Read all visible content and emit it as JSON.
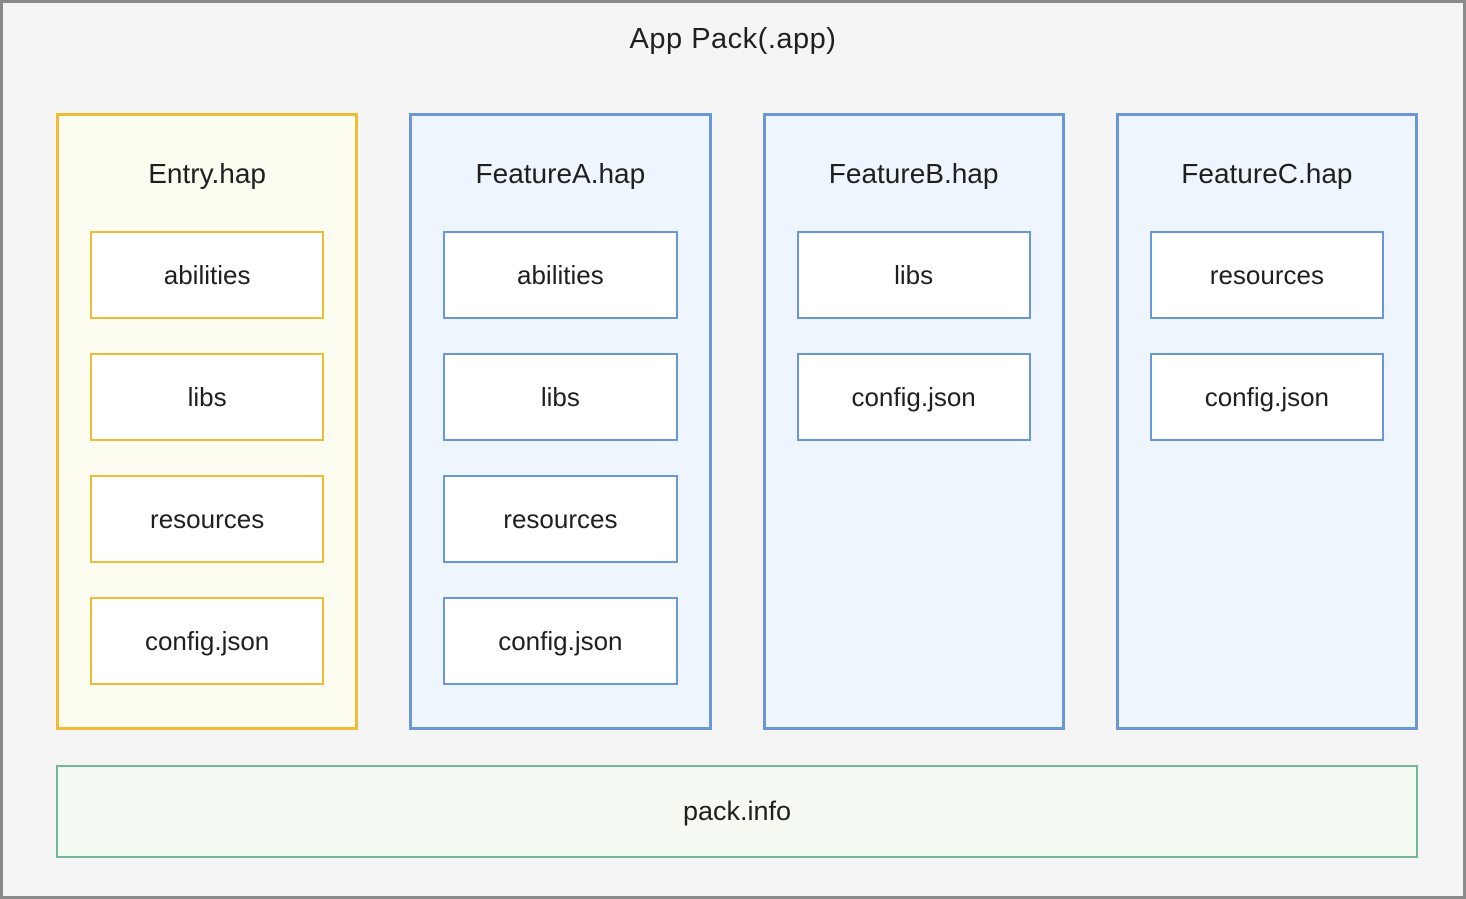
{
  "diagram": {
    "title": "App Pack(.app)",
    "packages": [
      {
        "title": "Entry.hap",
        "theme": "yellow",
        "items": [
          "abilities",
          "libs",
          "resources",
          "config.json"
        ]
      },
      {
        "title": "FeatureA.hap",
        "theme": "blue",
        "items": [
          "abilities",
          "libs",
          "resources",
          "config.json"
        ]
      },
      {
        "title": "FeatureB.hap",
        "theme": "blue",
        "items": [
          "libs",
          "config.json"
        ]
      },
      {
        "title": "FeatureC.hap",
        "theme": "blue",
        "items": [
          "resources",
          "config.json"
        ]
      }
    ],
    "footer": {
      "label": "pack.info"
    },
    "colors": {
      "frame_border": "#8a8a8a",
      "frame_background": "#f5f5f6",
      "entry_border": "#eebc35",
      "entry_background": "#fdfcf0",
      "feature_border": "#6a97d8",
      "feature_background": "#eef5fc",
      "footer_border": "#74b796",
      "footer_background": "#f5faf3",
      "item_background": "#ffffff",
      "text": "#1f1f1f"
    }
  }
}
